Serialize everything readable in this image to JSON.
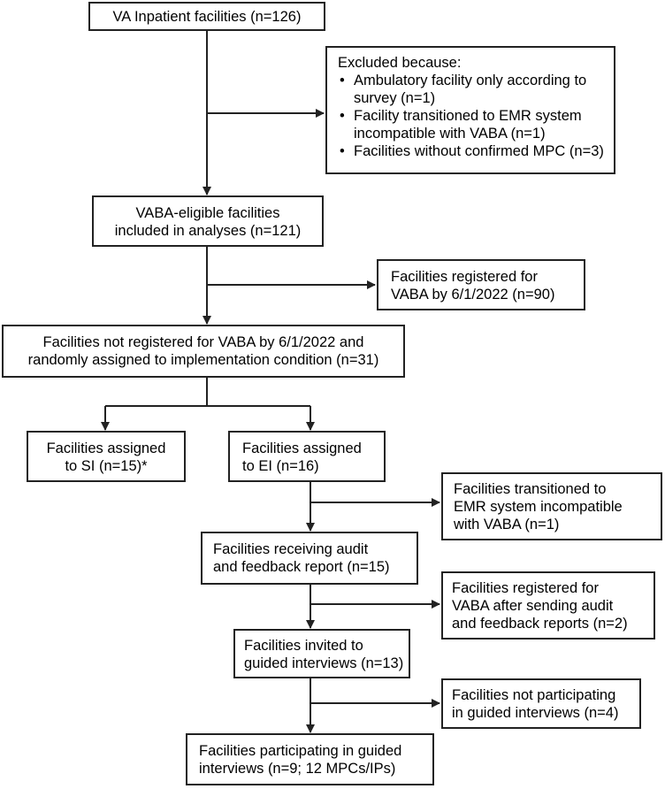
{
  "flowchart": {
    "inpatient": [
      "VA Inpatient facilities (n=126)"
    ],
    "excluded": {
      "title": "Excluded because:",
      "reasons": [
        [
          "Ambulatory facility only according to",
          "survey (n=1)"
        ],
        [
          "Facility transitioned to EMR system",
          "incompatible with VABA (n=1)"
        ],
        [
          "Facilities without confirmed MPC (n=3)"
        ]
      ]
    },
    "eligible": [
      "VABA-eligible facilities",
      "included in analyses (n=121)"
    ],
    "registered": [
      "Facilities registered for",
      "VABA by 6/1/2022 (n=90)"
    ],
    "not_registered": [
      "Facilities not registered for VABA by 6/1/2022 and",
      "randomly assigned to implementation condition (n=31)"
    ],
    "si": [
      "Facilities assigned",
      "to SI (n=15)*"
    ],
    "ei": [
      "Facilities assigned",
      "to EI (n=16)"
    ],
    "emr_transition": [
      "Facilities transitioned to",
      "EMR system incompatible",
      "with VABA (n=1)"
    ],
    "audit": [
      "Facilities receiving audit",
      "and feedback report (n=15)"
    ],
    "after_audit": [
      "Facilities registered for",
      "VABA after sending audit",
      "and feedback reports (n=2)"
    ],
    "invited": [
      "Facilities invited to",
      "guided interviews (n=13)"
    ],
    "not_participating": [
      "Facilities not participating",
      "in guided interviews (n=4)"
    ],
    "participating": [
      "Facilities participating in guided",
      "interviews (n=9; 12 MPCs/IPs)"
    ]
  }
}
